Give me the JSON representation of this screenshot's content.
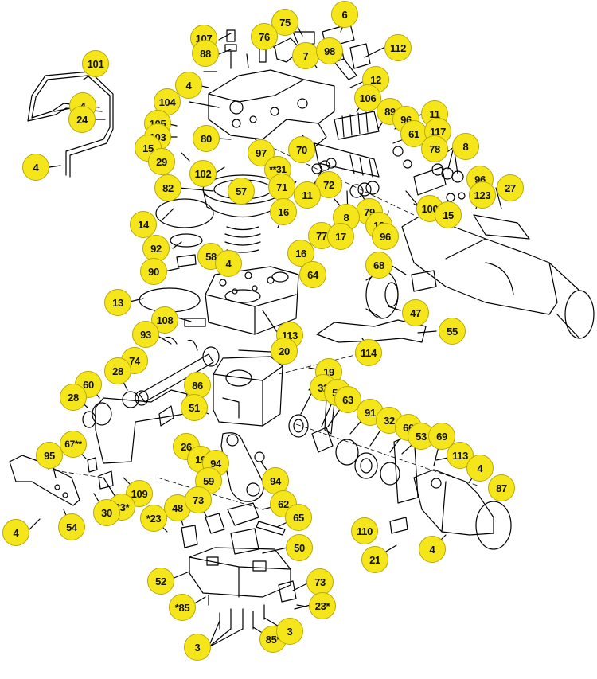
{
  "diagram": {
    "title": "",
    "callouts": [
      "6",
      "75",
      "107",
      "76",
      "88",
      "7",
      "98",
      "112",
      "101",
      "4",
      "4",
      "12",
      "24",
      "104",
      "106",
      "89",
      "96",
      "11",
      "105",
      "103",
      "61",
      "117",
      "80",
      "97",
      "78",
      "15",
      "8",
      "4",
      "29",
      "**31",
      "70",
      "102",
      "71",
      "82",
      "57",
      "72",
      "11",
      "96",
      "27",
      "123",
      "14",
      "16",
      "79",
      "8",
      "100",
      "15",
      "77",
      "17",
      "18",
      "96",
      "92",
      "16",
      "90",
      "58",
      "4",
      "68",
      "64",
      "13",
      "108",
      "113",
      "47",
      "55",
      "93",
      "20",
      "19",
      "114",
      "74",
      "28",
      "86",
      "32",
      "56",
      "63",
      "60",
      "28",
      "51",
      "91",
      "32",
      "66",
      "53",
      "69",
      "67**",
      "26",
      "19",
      "94",
      "113",
      "4",
      "95",
      "59",
      "94",
      "87",
      "109",
      "23*",
      "30",
      "62",
      "48",
      "73",
      "*23",
      "65",
      "4",
      "110",
      "54",
      "50",
      "21",
      "4",
      "52",
      "73",
      "*85",
      "23*",
      "3",
      "85*",
      "3"
    ]
  }
}
